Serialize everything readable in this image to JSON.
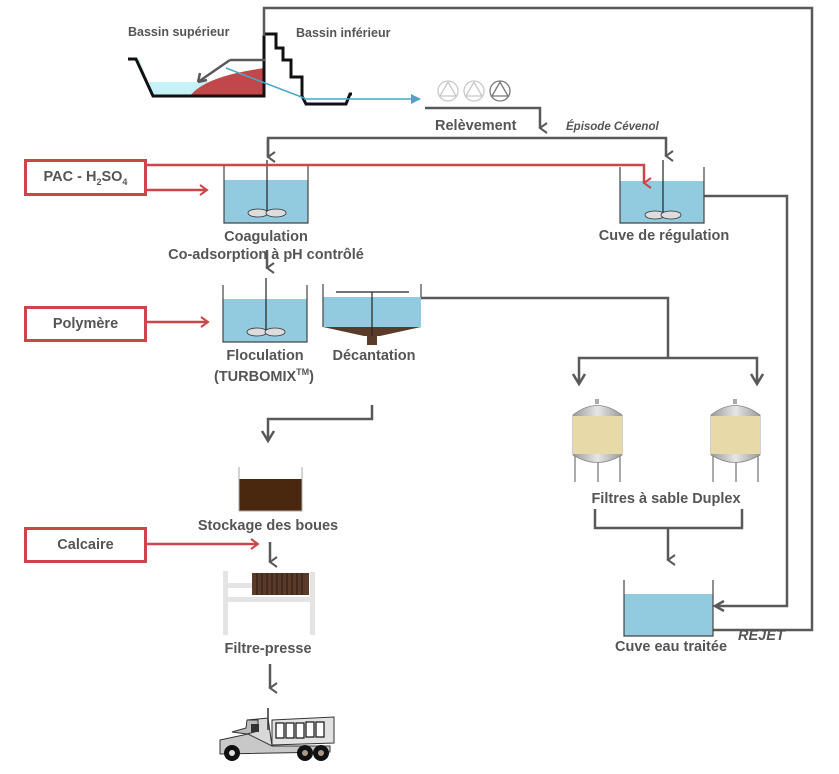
{
  "title": "Process flow diagram – water treatment plant",
  "colors": {
    "flow_line": "#595959",
    "reagent_red": "#c9474a",
    "water_blue": "#92cbdf",
    "light_blue": "#c6f2f7",
    "sludge_brown": "#4a2810",
    "sand": "#e8d9a8",
    "reservoir_red": "#c1474a"
  },
  "reservoirs": {
    "upper_label": "Bassin supérieur",
    "lower_label": "Bassin inférieur"
  },
  "pumping": {
    "label": "Relèvement",
    "pump_count": 3
  },
  "bypass": {
    "label": "Épisode Cévenol"
  },
  "reagents": [
    {
      "id": "pac",
      "label_main": "PAC -  H",
      "sub1": "2",
      "label_mid": "SO",
      "sub2": "4"
    },
    {
      "id": "polymer",
      "label": "Polymère"
    },
    {
      "id": "limestone",
      "label": "Calcaire"
    }
  ],
  "stages": {
    "coagulation": {
      "line1": "Coagulation",
      "line2": "Co-adsorption à pH contrôlé"
    },
    "regulation": {
      "label": "Cuve de régulation"
    },
    "flocculation": {
      "line1": "Floculation",
      "line2": "(TURBOMIX",
      "sup": "TM",
      "line2_end": ")"
    },
    "settling": {
      "label": "Décantation"
    },
    "sludge_storage": {
      "label": "Stockage des boues"
    },
    "filter_press": {
      "label": "Filtre-presse"
    },
    "sand_filters": {
      "label": "Filtres à sable Duplex",
      "count": 2
    },
    "treated_water": {
      "label": "Cuve eau traitée"
    },
    "discharge": {
      "label": "REJET"
    }
  }
}
